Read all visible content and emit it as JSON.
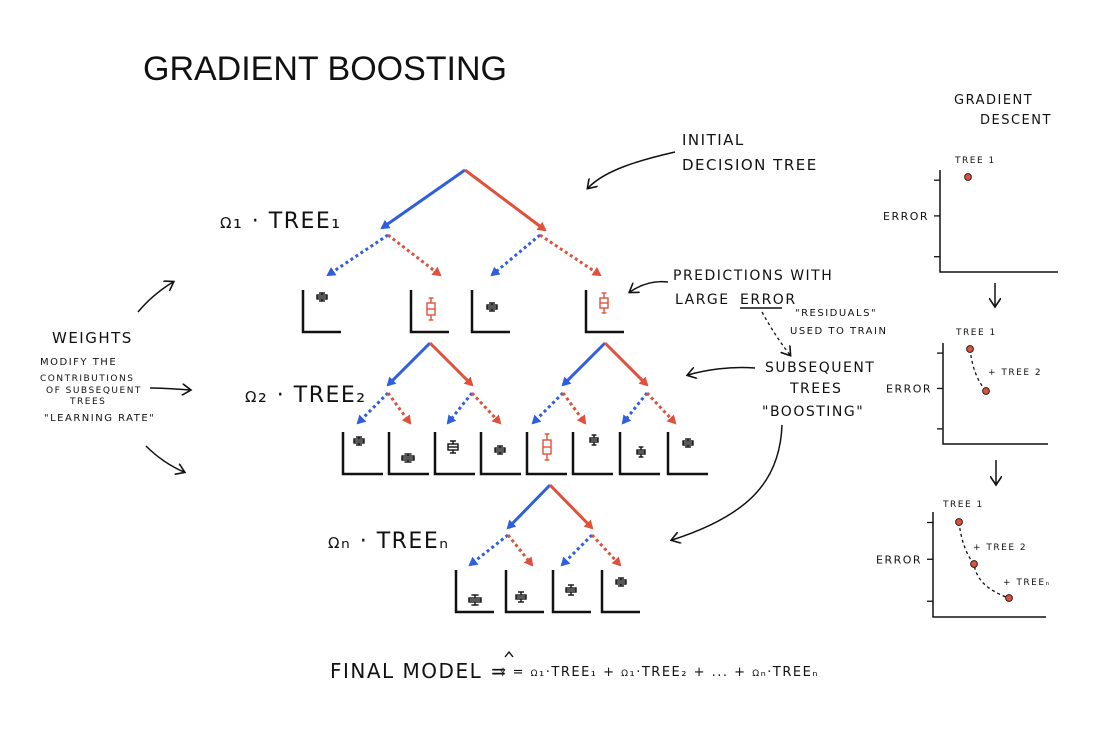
{
  "title": "GRADIENT BOOSTING",
  "colors": {
    "blue": "#2f5fe0",
    "red": "#e0503a",
    "ink": "#111111"
  },
  "annotations": {
    "initial_tree": [
      "INITIAL",
      "DECISION TREE"
    ],
    "large_error": {
      "prefix": "PREDICTIONS WITH",
      "line2": "LARGE",
      "highlight": "ERROR"
    },
    "residuals": [
      "\"RESIDUALS\"",
      "USED TO TRAIN"
    ],
    "subsequent": [
      "SUBSEQUENT",
      "TREES",
      "\"BOOSTING\""
    ],
    "weights": [
      "WEIGHTS",
      "MODIFY THE",
      "CONTRIBUTIONS",
      "OF SUBSEQUENT",
      "TREES",
      "\"LEARNING RATE\""
    ]
  },
  "tree_labels": [
    "ω₁ · TREE₁",
    "ω₂ · TREE₂",
    "ωₙ · TREEₙ"
  ],
  "final_model": {
    "label": "FINAL MODEL =",
    "formula": "ŷ = ω₁·TREE₁ + ω₁·TREE₂ + ... + ωₙ·TREEₙ"
  },
  "gradient_descent": {
    "title": [
      "GRADIENT",
      "DESCENT"
    ],
    "ylabel": "ERROR",
    "panels": [
      {
        "points": [
          "TREE 1"
        ]
      },
      {
        "points": [
          "TREE 1",
          "+ TREE 2"
        ]
      },
      {
        "points": [
          "TREE 1",
          "+ TREE 2",
          "+ TREEₙ"
        ]
      }
    ]
  }
}
